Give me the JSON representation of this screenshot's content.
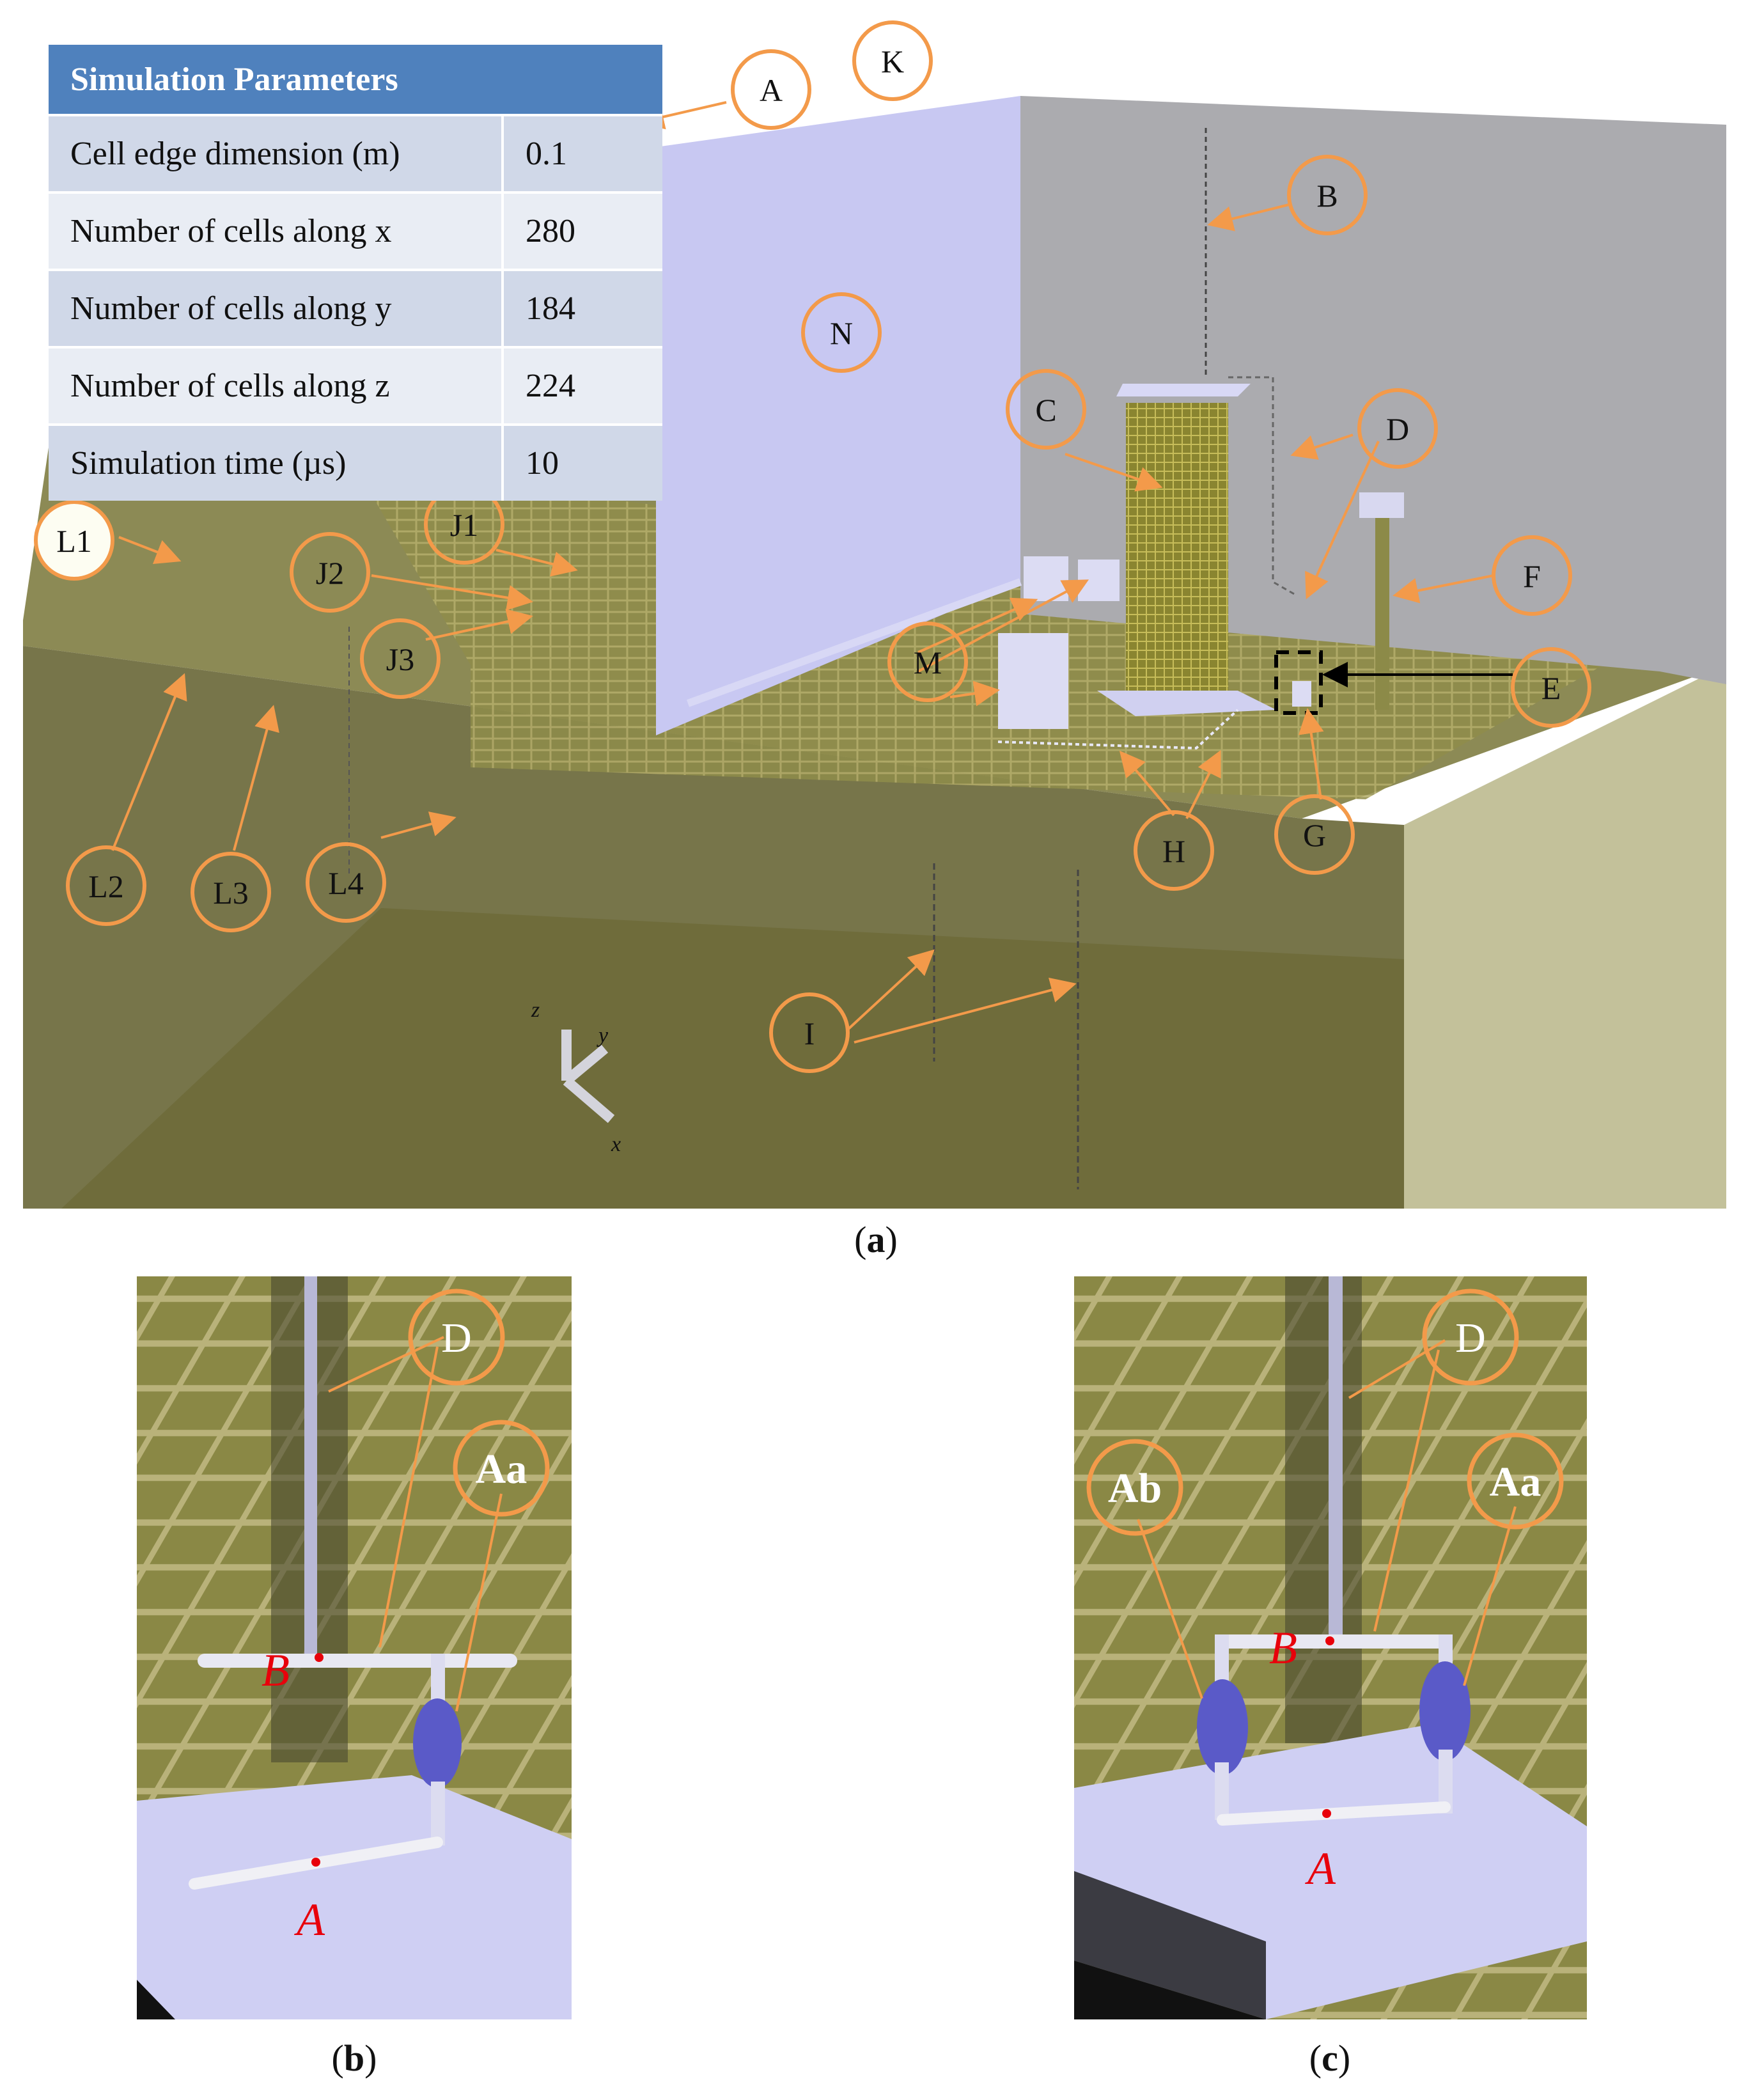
{
  "table": {
    "title": "Simulation Parameters",
    "rows": [
      {
        "label": "Cell edge dimension (m)",
        "value": "0.1"
      },
      {
        "label": "Number of cells along x",
        "value": "280"
      },
      {
        "label": "Number of cells along y",
        "value": "184"
      },
      {
        "label": "Number of cells along z",
        "value": "224"
      },
      {
        "label": "Simulation time (µs)",
        "value": "10"
      }
    ]
  },
  "panel_a": {
    "callouts": {
      "A": "A",
      "K": "K",
      "B": "B",
      "N": "N",
      "C": "C",
      "D": "D",
      "F": "F",
      "E": "E",
      "M": "M",
      "G": "G",
      "H": "H",
      "I": "I",
      "L1": "L1",
      "L2": "L2",
      "L3": "L3",
      "L4": "L4",
      "J1": "J1",
      "J2": "J2",
      "J3": "J3"
    },
    "axes": {
      "x": "x",
      "y": "y",
      "z": "z"
    },
    "caption": "a"
  },
  "panel_b": {
    "callouts": {
      "D": "D",
      "Aa": "Aa"
    },
    "points": {
      "A": "A",
      "B": "B"
    },
    "caption": "b"
  },
  "panel_c": {
    "callouts": {
      "D": "D",
      "Aa": "Aa",
      "Ab": "Ab"
    },
    "points": {
      "A": "A",
      "B": "B"
    },
    "caption": "c"
  },
  "colors": {
    "callout": "#f39a4a",
    "ground": "#7c7a45",
    "mesh": "#a8a15a",
    "wall": "#c8c8f0",
    "backwall": "#a8a8ac",
    "header": "#4f81bd",
    "point": "#e8000b"
  }
}
